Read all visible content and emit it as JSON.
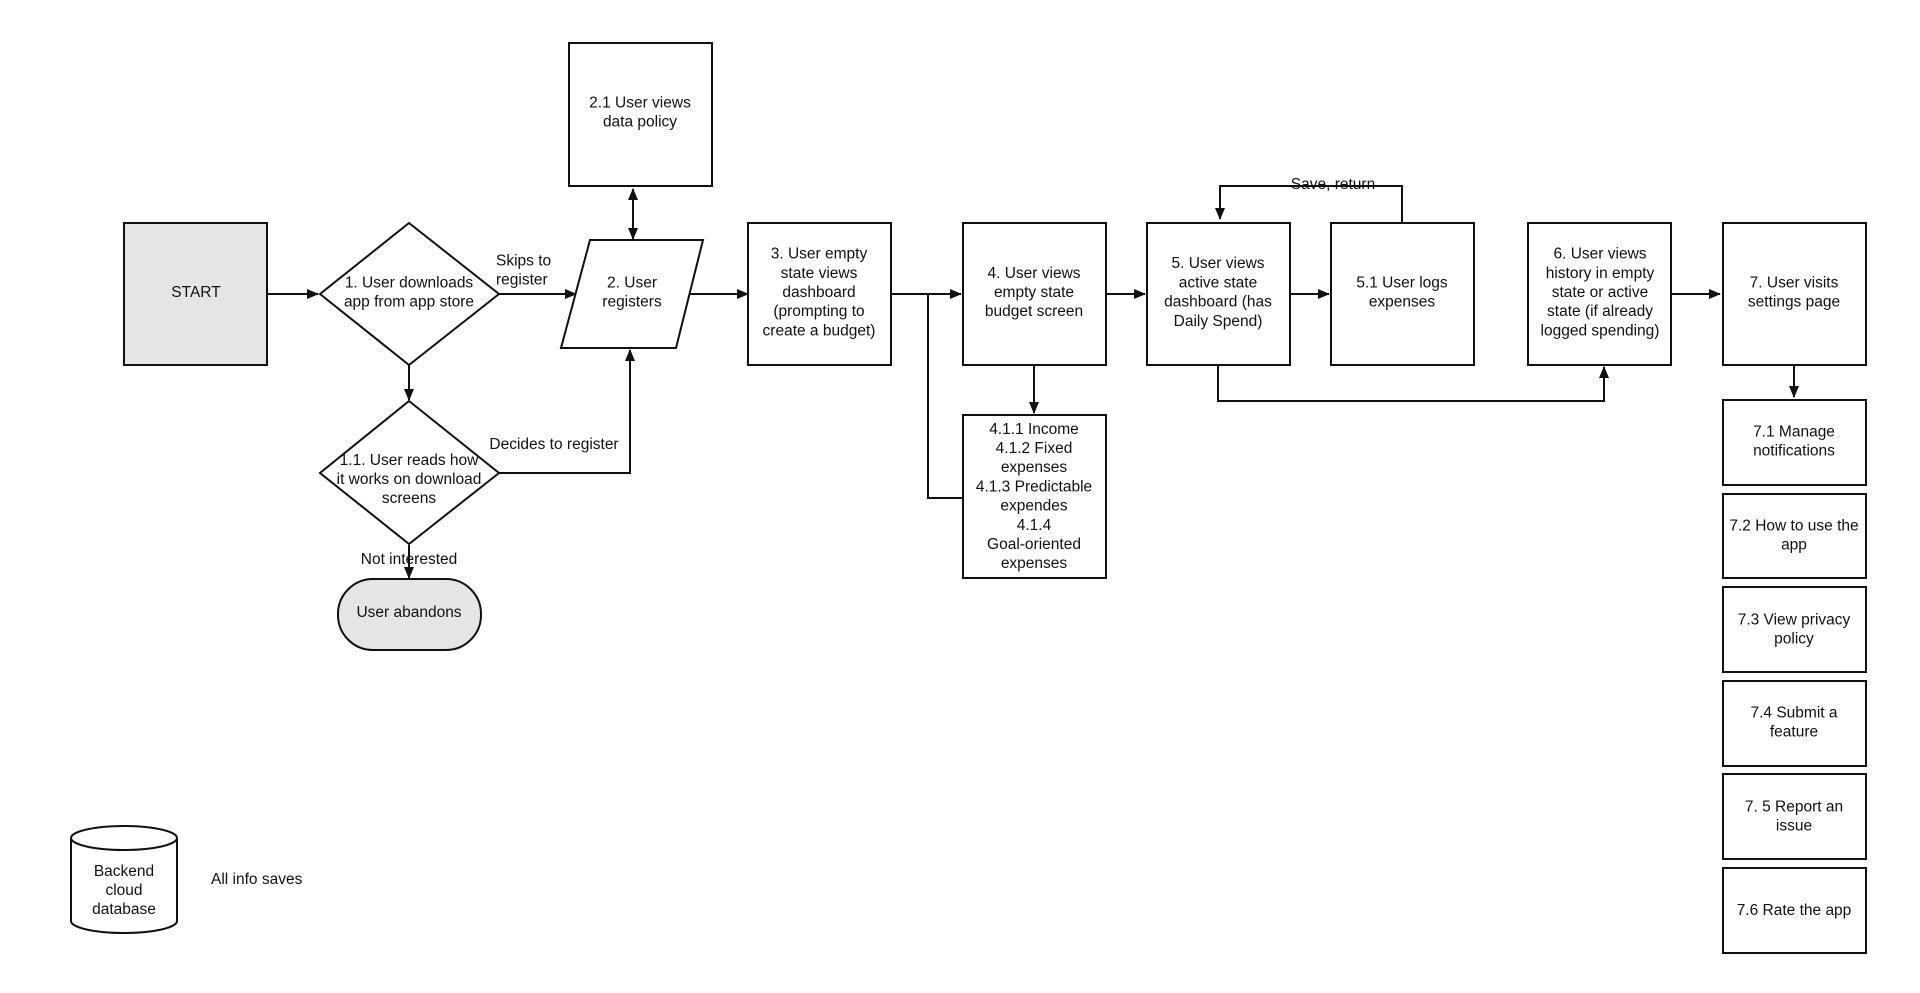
{
  "nodes": {
    "start": {
      "lines": [
        "START"
      ]
    },
    "n1": {
      "lines": [
        "1. User downloads",
        "app from app store"
      ]
    },
    "n1_1": {
      "lines": [
        "1.1. User reads how",
        "it works on download",
        "screens"
      ]
    },
    "abandon": {
      "lines": [
        "User abandons"
      ]
    },
    "n2": {
      "lines": [
        "2. User",
        "registers"
      ]
    },
    "n2_1": {
      "lines": [
        "2.1 User views",
        "data policy"
      ]
    },
    "n3": {
      "lines": [
        "3. User empty",
        "state views",
        "dashboard",
        "(prompting to",
        "create a budget)"
      ]
    },
    "n4": {
      "lines": [
        "4. User views",
        "empty state",
        "budget screen"
      ]
    },
    "n4_1": {
      "lines": [
        "4.1.1  Income",
        "4.1.2 Fixed",
        "expenses",
        "4.1.3 Predictable",
        "expendes",
        "4.1.4",
        "Goal-oriented",
        "expenses"
      ]
    },
    "n5": {
      "lines": [
        "5. User views",
        "active state",
        "dashboard (has",
        "Daily Spend)"
      ]
    },
    "n5_1": {
      "lines": [
        "5.1 User logs",
        "expenses"
      ]
    },
    "n6": {
      "lines": [
        "6. User views",
        "history in empty",
        "state or active",
        "state (if already",
        "logged spending)"
      ]
    },
    "n7": {
      "lines": [
        "7. User visits",
        "settings page"
      ]
    },
    "n7_1": {
      "lines": [
        "7.1 Manage",
        "notifications"
      ]
    },
    "n7_2": {
      "lines": [
        "7.2 How to use the",
        "app"
      ]
    },
    "n7_3": {
      "lines": [
        "7.3 View privacy",
        "policy"
      ]
    },
    "n7_4": {
      "lines": [
        "7.4 Submit a",
        "feature"
      ]
    },
    "n7_5": {
      "lines": [
        "7. 5 Report an",
        "issue"
      ]
    },
    "n7_6": {
      "lines": [
        "7.6 Rate the app"
      ]
    },
    "db": {
      "lines": [
        "Backend",
        "cloud",
        "database"
      ]
    }
  },
  "edge_labels": {
    "skips": [
      "Skips to",
      "register"
    ],
    "decides": [
      "Decides to register"
    ],
    "not_interested": [
      "Not interested"
    ],
    "save_return": [
      "Save, return"
    ]
  },
  "notes": {
    "all_info": [
      "All info saves"
    ]
  },
  "colors": {
    "stroke": "#111111",
    "terminal_fill": "#e5e5e5",
    "box_fill": "#ffffff"
  }
}
